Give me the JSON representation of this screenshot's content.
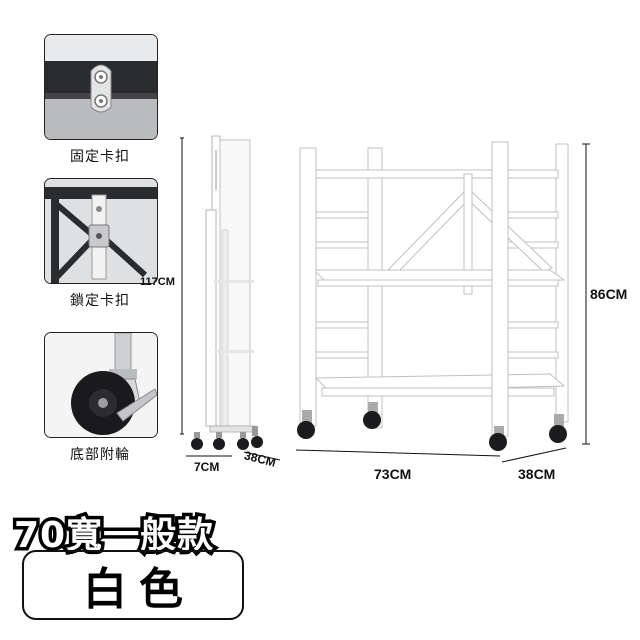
{
  "features": [
    {
      "icon": "lock-buckle-icon",
      "label": "固定卡扣"
    },
    {
      "icon": "lock-hinge-icon",
      "label": "鎖定卡扣"
    },
    {
      "icon": "caster-wheel-icon",
      "label": "底部附輪"
    }
  ],
  "folded_dims": {
    "height": "117CM",
    "width": "7CM",
    "depth": "38CM"
  },
  "rack_dims": {
    "height": "86CM",
    "width": "73CM",
    "depth": "38CM"
  },
  "title": "70寬一般款",
  "color_label": "白色"
}
